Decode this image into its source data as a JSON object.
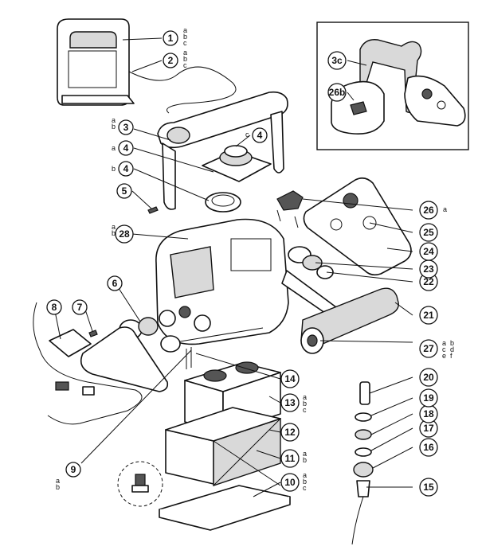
{
  "callouts": [
    {
      "id": "c1",
      "label": "1",
      "variants": [
        "a",
        "b",
        "c"
      ]
    },
    {
      "id": "c2",
      "label": "2",
      "variants": [
        "a",
        "b",
        "c"
      ]
    },
    {
      "id": "c3",
      "label": "3",
      "variants": [
        "a",
        "b"
      ]
    },
    {
      "id": "c4a",
      "label": "4",
      "variants": [
        "a"
      ]
    },
    {
      "id": "c4b",
      "label": "4",
      "variants": [
        "b"
      ]
    },
    {
      "id": "c4c",
      "label": "4",
      "variants": [
        "c"
      ]
    },
    {
      "id": "c5",
      "label": "5",
      "variants": []
    },
    {
      "id": "c6",
      "label": "6",
      "variants": []
    },
    {
      "id": "c7",
      "label": "7",
      "variants": []
    },
    {
      "id": "c8",
      "label": "8",
      "variants": []
    },
    {
      "id": "c9",
      "label": "9",
      "variants": [
        "a",
        "b"
      ]
    },
    {
      "id": "c10",
      "label": "10",
      "variants": [
        "a",
        "b",
        "c"
      ]
    },
    {
      "id": "c11",
      "label": "11",
      "variants": [
        "a",
        "b"
      ]
    },
    {
      "id": "c12",
      "label": "12",
      "variants": []
    },
    {
      "id": "c13",
      "label": "13",
      "variants": [
        "a",
        "b",
        "c"
      ]
    },
    {
      "id": "c14",
      "label": "14",
      "variants": []
    },
    {
      "id": "c15",
      "label": "15",
      "variants": []
    },
    {
      "id": "c16",
      "label": "16",
      "variants": []
    },
    {
      "id": "c17",
      "label": "17",
      "variants": []
    },
    {
      "id": "c18",
      "label": "18",
      "variants": []
    },
    {
      "id": "c19",
      "label": "19",
      "variants": []
    },
    {
      "id": "c20",
      "label": "20",
      "variants": []
    },
    {
      "id": "c21",
      "label": "21",
      "variants": []
    },
    {
      "id": "c22",
      "label": "22",
      "variants": []
    },
    {
      "id": "c23",
      "label": "23",
      "variants": []
    },
    {
      "id": "c24",
      "label": "24",
      "variants": []
    },
    {
      "id": "c25",
      "label": "25",
      "variants": []
    },
    {
      "id": "c26",
      "label": "26",
      "variants": [
        "a"
      ]
    },
    {
      "id": "c27",
      "label": "27",
      "variants": [
        "a",
        "b",
        "c",
        "d",
        "e",
        "f"
      ]
    },
    {
      "id": "c28",
      "label": "28",
      "variants": [
        "a",
        "b"
      ]
    },
    {
      "id": "c3c",
      "label": "3c",
      "variants": []
    },
    {
      "id": "c26b",
      "label": "26b",
      "variants": []
    }
  ]
}
